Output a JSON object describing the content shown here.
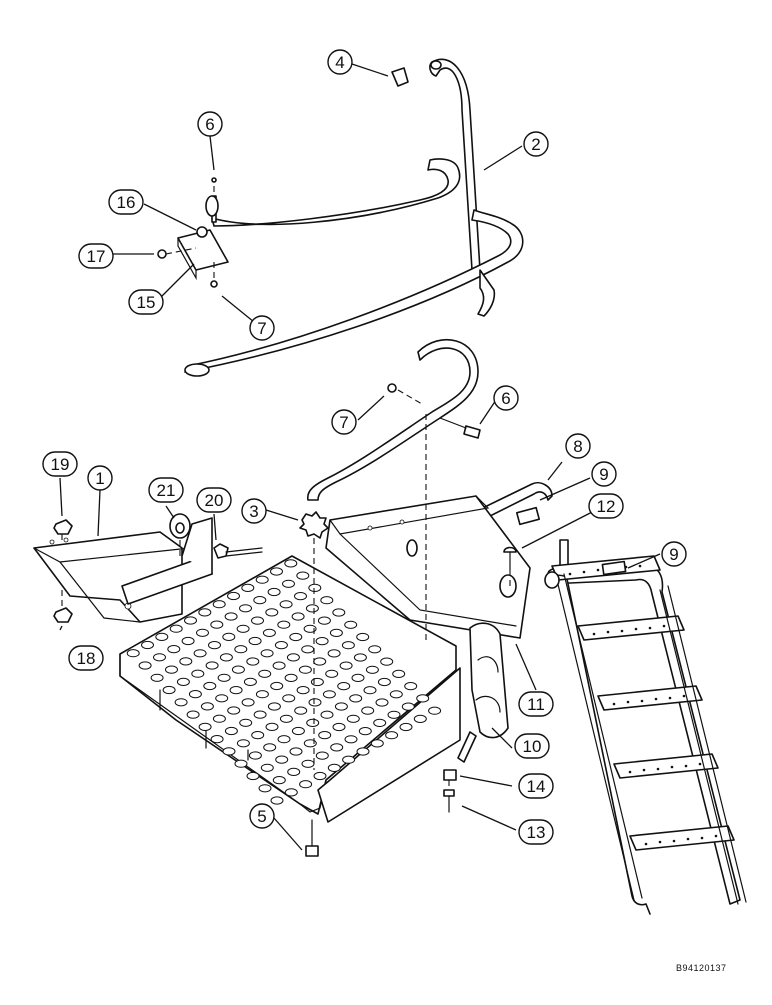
{
  "drawing": {
    "reference_code": "B94120137",
    "callouts": [
      {
        "id": "c1",
        "label": "1"
      },
      {
        "id": "c2",
        "label": "2"
      },
      {
        "id": "c3",
        "label": "3"
      },
      {
        "id": "c4",
        "label": "4"
      },
      {
        "id": "c5",
        "label": "5"
      },
      {
        "id": "c6a",
        "label": "6"
      },
      {
        "id": "c6b",
        "label": "6"
      },
      {
        "id": "c7a",
        "label": "7"
      },
      {
        "id": "c7b",
        "label": "7"
      },
      {
        "id": "c8",
        "label": "8"
      },
      {
        "id": "c9a",
        "label": "9"
      },
      {
        "id": "c9b",
        "label": "9"
      },
      {
        "id": "c10",
        "label": "10"
      },
      {
        "id": "c11",
        "label": "11"
      },
      {
        "id": "c12",
        "label": "12"
      },
      {
        "id": "c13",
        "label": "13"
      },
      {
        "id": "c14",
        "label": "14"
      },
      {
        "id": "c15",
        "label": "15"
      },
      {
        "id": "c16",
        "label": "16"
      },
      {
        "id": "c17",
        "label": "17"
      },
      {
        "id": "c18",
        "label": "18"
      },
      {
        "id": "c19",
        "label": "19"
      },
      {
        "id": "c20",
        "label": "20"
      },
      {
        "id": "c21",
        "label": "21"
      }
    ]
  }
}
